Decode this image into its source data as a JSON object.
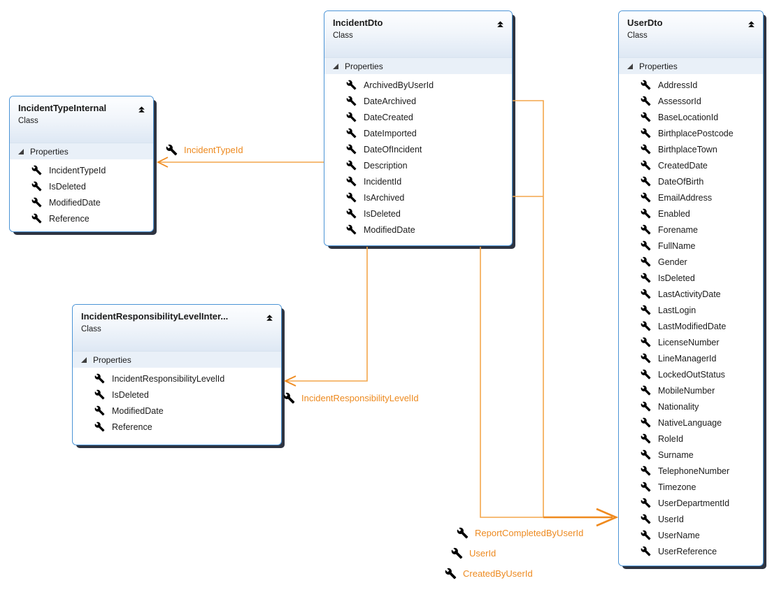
{
  "diagram": {
    "classes": [
      {
        "title": "IncidentTypeInternal",
        "kind": "Class",
        "section": "Properties",
        "properties": [
          "IncidentTypeId",
          "IsDeleted",
          "ModifiedDate",
          "Reference"
        ]
      },
      {
        "title": "IncidentDto",
        "kind": "Class",
        "section": "Properties",
        "properties": [
          "ArchivedByUserId",
          "DateArchived",
          "DateCreated",
          "DateImported",
          "DateOfIncident",
          "Description",
          "IncidentId",
          "IsArchived",
          "IsDeleted",
          "ModifiedDate"
        ]
      },
      {
        "title": "UserDto",
        "kind": "Class",
        "section": "Properties",
        "properties": [
          "AddressId",
          "AssessorId",
          "BaseLocationId",
          "BirthplacePostcode",
          "BirthplaceTown",
          "CreatedDate",
          "DateOfBirth",
          "EmailAddress",
          "Enabled",
          "Forename",
          "FullName",
          "Gender",
          "IsDeleted",
          "LastActivityDate",
          "LastLogin",
          "LastModifiedDate",
          "LicenseNumber",
          "LineManagerId",
          "LockedOutStatus",
          "MobileNumber",
          "Nationality",
          "NativeLanguage",
          "RoleId",
          "Surname",
          "TelephoneNumber",
          "Timezone",
          "UserDepartmentId",
          "UserId",
          "UserName",
          "UserReference"
        ]
      },
      {
        "title": "IncidentResponsibilityLevelInter...",
        "kind": "Class",
        "section": "Properties",
        "properties": [
          "IncidentResponsibilityLevelId",
          "IsDeleted",
          "ModifiedDate",
          "Reference"
        ]
      }
    ],
    "association_labels": [
      "IncidentTypeId",
      "IncidentResponsibilityLevelId",
      "ReportCompletedByUserId",
      "UserId",
      "CreatedByUserId"
    ],
    "colors": {
      "box_border": "#4B94D6",
      "box_shadow": "#111827",
      "header_gradient_end": "#DEE8F4",
      "section_bg": "#E9F0F8",
      "connector": "#F3A64B",
      "connector_emphasis": "#EF8A1E",
      "label_text": "#ED8A20",
      "text": "#1B1B1B"
    }
  }
}
